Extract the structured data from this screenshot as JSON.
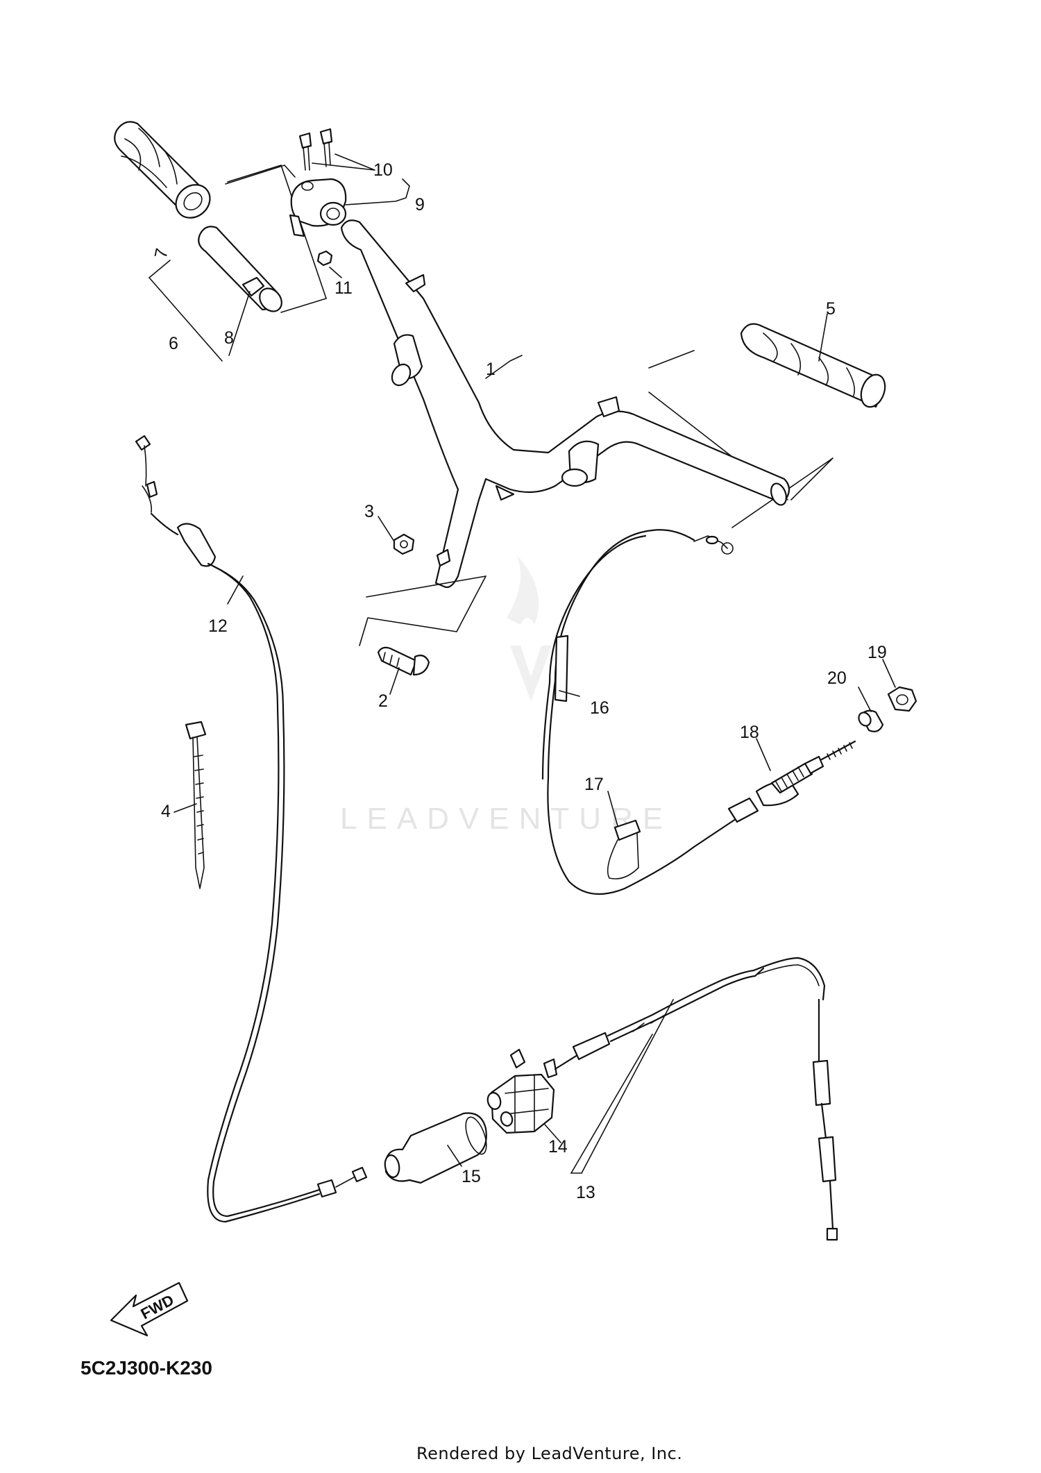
{
  "diagram_code": "5C2J300-K230",
  "footer_text": "Rendered by LeadVenture, Inc.",
  "watermark_text": "LEADVENTURE",
  "direction_badge": "FWD",
  "callouts": [
    {
      "id": "c1",
      "label": "1"
    },
    {
      "id": "c2",
      "label": "2"
    },
    {
      "id": "c3",
      "label": "3"
    },
    {
      "id": "c4",
      "label": "4"
    },
    {
      "id": "c5",
      "label": "5"
    },
    {
      "id": "c6",
      "label": "6"
    },
    {
      "id": "c7",
      "label": "7"
    },
    {
      "id": "c8",
      "label": "8"
    },
    {
      "id": "c9",
      "label": "9"
    },
    {
      "id": "c10",
      "label": "10"
    },
    {
      "id": "c11",
      "label": "11"
    },
    {
      "id": "c12",
      "label": "12"
    },
    {
      "id": "c13",
      "label": "13"
    },
    {
      "id": "c14",
      "label": "14"
    },
    {
      "id": "c15",
      "label": "15"
    },
    {
      "id": "c16",
      "label": "16"
    },
    {
      "id": "c17",
      "label": "17"
    },
    {
      "id": "c18",
      "label": "18"
    },
    {
      "id": "c19",
      "label": "19"
    },
    {
      "id": "c20",
      "label": "20"
    }
  ]
}
